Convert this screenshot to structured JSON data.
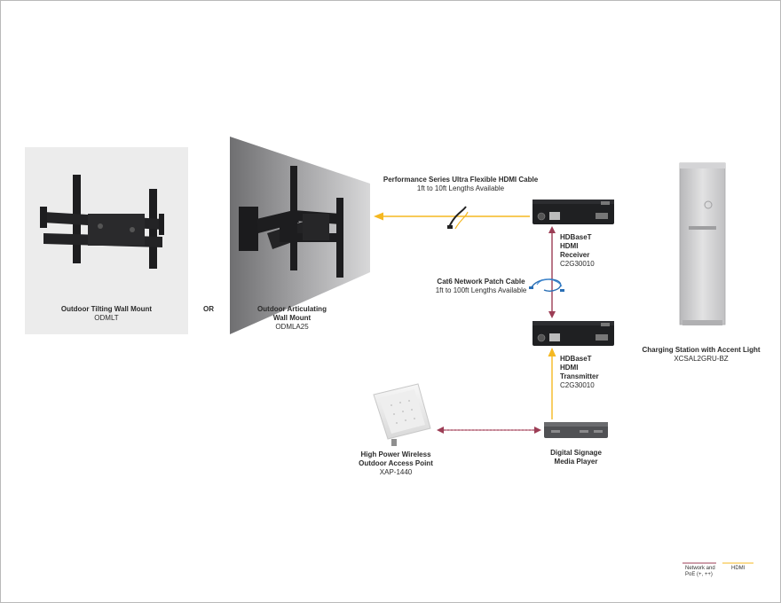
{
  "colors": {
    "hdmi": "#f5b821",
    "network": "#9c3d55",
    "wall_panel": "#ececec",
    "mount": "#1d1d1f",
    "kiosk": "#c9c9cb"
  },
  "labels": {
    "tilting_mount": {
      "name": "Outdoor Tilting Wall Mount",
      "model": "ODMLT"
    },
    "or_text": "OR",
    "articulating_mount": {
      "name_line1": "Outdoor Articulating",
      "name_line2": "Wall Mount",
      "model": "ODMLA25"
    },
    "hdmi_cable": {
      "name": "Performance Series Ultra Flexible HDMI Cable",
      "lengths": "1ft to 10ft Lengths Available"
    },
    "receiver": {
      "line1": "HDBaseT",
      "line2": "HDMI",
      "line3": "Receiver",
      "model": "C2G30010"
    },
    "cat6_cable": {
      "name": "Cat6 Network Patch Cable",
      "lengths": "1ft to 100ft Lengths Available"
    },
    "transmitter": {
      "line1": "HDBaseT",
      "line2": "HDMI",
      "line3": "Transmitter",
      "model": "C2G30010"
    },
    "access_point": {
      "line1": "High Power Wireless",
      "line2": "Outdoor Access Point",
      "model": "XAP-1440"
    },
    "media_player": {
      "line1": "Digital Signage",
      "line2": "Media Player"
    },
    "charging_station": {
      "name": "Charging Station with Accent Light",
      "model": "XCSAL2GRU-BZ"
    }
  },
  "legend": {
    "network_line1": "Network and",
    "network_line2": "PoE (+, ++)",
    "hdmi": "HDMI"
  }
}
